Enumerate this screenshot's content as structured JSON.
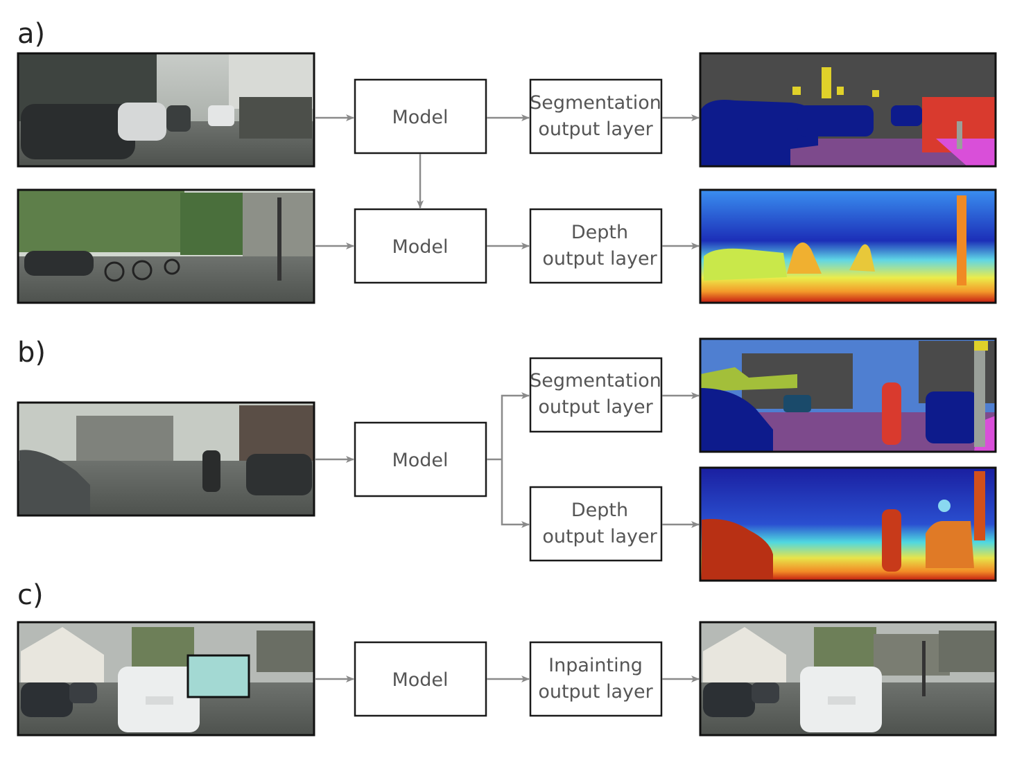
{
  "panels": {
    "a": {
      "label": "a)",
      "row1": {
        "model": "Model",
        "head": [
          "Segmentation",
          "output layer"
        ]
      },
      "row2": {
        "model": "Model",
        "head": [
          "Depth",
          "output layer"
        ]
      }
    },
    "b": {
      "label": "b)",
      "model": "Model",
      "head_top": [
        "Segmentation",
        "output layer"
      ],
      "head_bottom": [
        "Depth",
        "output layer"
      ]
    },
    "c": {
      "label": "c)",
      "model": "Model",
      "head": [
        "Inpainting",
        "output layer"
      ]
    }
  },
  "colors": {
    "arrow": "#8a8a8a",
    "mask_patch": "#a3d9d3",
    "seg_sky": "#4a4a4a",
    "seg_car": "#0d1b8c",
    "seg_road": "#7d4a8c",
    "seg_person": "#d93a2e",
    "seg_sidewalk": "#d94fd9",
    "seg_sign": "#e0d12a",
    "seg_veg": "#a3bf3a",
    "seg_sky_b": "#4f7fd1"
  }
}
